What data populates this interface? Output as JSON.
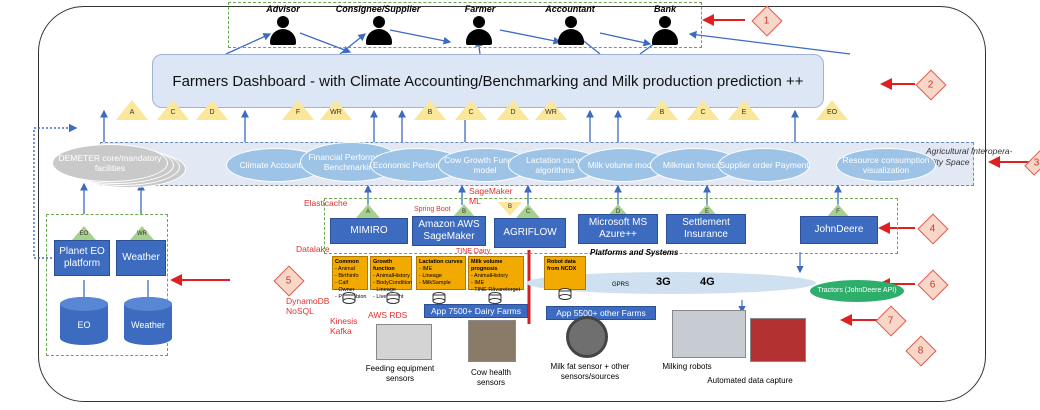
{
  "roles": [
    "Advisor",
    "Consignee/Supplier",
    "Farmer",
    "Accountant",
    "Bank"
  ],
  "dashboard_title": "Farmers Dashboard - with Climate Accounting/Benchmarking and Milk production prediction ++",
  "access_triangles": [
    "A",
    "C",
    "D",
    "F",
    "WR",
    "B",
    "C",
    "D",
    "WR",
    "B",
    "C",
    "E",
    "EO"
  ],
  "space": {
    "label": "Agricultural Interopera-bility Space",
    "demeter": "DEMETER core/mandatory facilities",
    "services": [
      "Climate Accounting",
      "Financial Performance Benchmarking",
      "Economic Performance",
      "Cow Growth Function model",
      "Lactation curve algorithms",
      "Milk volume model",
      "Milkman forecast",
      "Supplier order Payment",
      "Resource consumption visualization"
    ]
  },
  "platforms": {
    "planet": "Planet EO platform",
    "weather": "Weather",
    "planet_tri": "EO",
    "weather_tri": "WR",
    "eo_db": "EO",
    "weather_db": "Weather",
    "mimiro": "MIMIRO",
    "sagemaker": "Amazon AWS SageMaker",
    "agriflow": "AGRIFLOW",
    "azure": "Microsoft MS Azure++",
    "settlement": "Settlement Insurance",
    "johndeere": "JohnDeere",
    "tri_labels": [
      "A",
      "B",
      "B",
      "C",
      "D",
      "E",
      "F"
    ],
    "platforms_label": "Platforms and Systems"
  },
  "tech_labels": {
    "elasticache": "Elasticache",
    "springboot": "Spring Boot",
    "sagemaker_ml": "SageMaker ML",
    "datalake": "Datalake",
    "dynamodb": "DynamoDB NoSQL",
    "kinesis": "Kinesis Kafka",
    "awsrds": "AWS RDS",
    "dairy_prefix": "TINE Dairy"
  },
  "modules": {
    "common_title": "Common",
    "common_items": "- Animal\n- Birthinfo\n- Calf\n- Owner\n- Partumbion",
    "growth_title": "Growth function",
    "growth_items": "- AnimalHistory\n- BodyCondition\n- Lineage\n- LiveWeight",
    "lactation_title": "Lactation curves",
    "lactation_items": "- IME\n- Lineage\n- MilkSample",
    "milkvol_title": "Milk volume prognosis",
    "milkvol_items": "- AnimalHistory\n- IME\n- TINE Råvaretorget",
    "robot_title": "Robot data from NCDX"
  },
  "network": {
    "gprs": "GPRS",
    "3g": "3G",
    "4g": "4G",
    "tractors": "Tractors (JohnDeere API)"
  },
  "apps": {
    "dairy": "App 7500+ Dairy Farms",
    "other": "App 5500+ other Farms"
  },
  "sensors": {
    "feeding": "Feeding equipment sensors",
    "cowhealth": "Cow health sensors",
    "milkfat": "Milk fat sensor + other sensors/sources",
    "robots": "Milking robots",
    "automated": "Automated data capture"
  },
  "markers": [
    "1",
    "2",
    "3",
    "4",
    "5",
    "6",
    "7",
    "8"
  ],
  "colors": {
    "accent_blue": "#3c6bc0",
    "light_blue": "#9dc3e6",
    "red_arrow": "#e02020",
    "green_dash": "#6aa84f",
    "orange": "#f2a900"
  }
}
